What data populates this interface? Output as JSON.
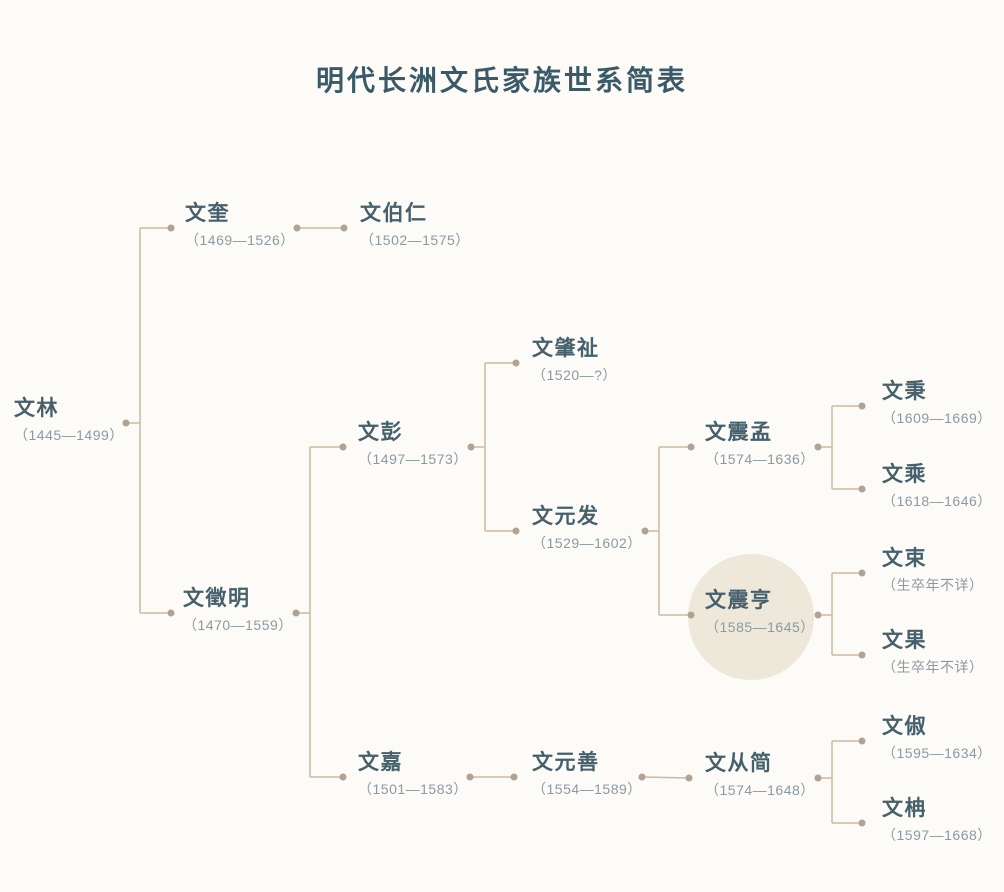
{
  "title": "明代长洲文氏家族世系简表",
  "colors": {
    "background": "#fcfbf8",
    "title_text": "#3b5a68",
    "name_text": "#46616c",
    "dates_text": "#8b9aa2",
    "connector_line": "#cdb9a0",
    "connector_dot": "#b2a292",
    "highlight_circle": "#eee8db"
  },
  "tree": {
    "nodes": [
      {
        "id": "wenlin",
        "name": "文林",
        "dates": "（1445—1499）",
        "highlight": false
      },
      {
        "id": "wenkui",
        "name": "文奎",
        "dates": "（1469—1526）",
        "highlight": false
      },
      {
        "id": "wenboren",
        "name": "文伯仁",
        "dates": "（1502—1575）",
        "highlight": false
      },
      {
        "id": "wenzhengming",
        "name": "文徵明",
        "dates": "（1470—1559）",
        "highlight": false
      },
      {
        "id": "wenpeng",
        "name": "文彭",
        "dates": "（1497—1573）",
        "highlight": false
      },
      {
        "id": "wenzhaozhi",
        "name": "文肇祉",
        "dates": "（1520—?）",
        "highlight": false
      },
      {
        "id": "wenyuanfa",
        "name": "文元发",
        "dates": "（1529—1602）",
        "highlight": false
      },
      {
        "id": "wenzhenmeng",
        "name": "文震孟",
        "dates": "（1574—1636）",
        "highlight": false
      },
      {
        "id": "wenzhenheng",
        "name": "文震亨",
        "dates": "（1585—1645）",
        "highlight": true
      },
      {
        "id": "wenbing",
        "name": "文秉",
        "dates": "（1609—1669）",
        "highlight": false
      },
      {
        "id": "wencheng",
        "name": "文乘",
        "dates": "（1618—1646）",
        "highlight": false
      },
      {
        "id": "wenshu",
        "name": "文束",
        "dates": "（生卒年不详）",
        "highlight": false
      },
      {
        "id": "wenguo",
        "name": "文果",
        "dates": "（生卒年不详）",
        "highlight": false
      },
      {
        "id": "wenjia",
        "name": "文嘉",
        "dates": "（1501—1583）",
        "highlight": false
      },
      {
        "id": "wenyuanshan",
        "name": "文元善",
        "dates": "（1554—1589）",
        "highlight": false
      },
      {
        "id": "wencongjian",
        "name": "文从简",
        "dates": "（1574—1648）",
        "highlight": false
      },
      {
        "id": "wenchu",
        "name": "文俶",
        "dates": "（1595—1634）",
        "highlight": false
      },
      {
        "id": "wennan",
        "name": "文柟",
        "dates": "（1597—1668）",
        "highlight": false
      }
    ],
    "edges": [
      {
        "parent": "wenlin",
        "children": [
          "wenkui",
          "wenzhengming"
        ]
      },
      {
        "parent": "wenkui",
        "children": [
          "wenboren"
        ]
      },
      {
        "parent": "wenzhengming",
        "children": [
          "wenpeng",
          "wenjia"
        ]
      },
      {
        "parent": "wenpeng",
        "children": [
          "wenzhaozhi",
          "wenyuanfa"
        ]
      },
      {
        "parent": "wenyuanfa",
        "children": [
          "wenzhenmeng",
          "wenzhenheng"
        ]
      },
      {
        "parent": "wenzhenmeng",
        "children": [
          "wenbing",
          "wencheng"
        ]
      },
      {
        "parent": "wenzhenheng",
        "children": [
          "wenshu",
          "wenguo"
        ]
      },
      {
        "parent": "wenjia",
        "children": [
          "wenyuanshan"
        ]
      },
      {
        "parent": "wenyuanshan",
        "children": [
          "wencongjian"
        ]
      },
      {
        "parent": "wencongjian",
        "children": [
          "wenchu",
          "wennan"
        ]
      }
    ]
  }
}
